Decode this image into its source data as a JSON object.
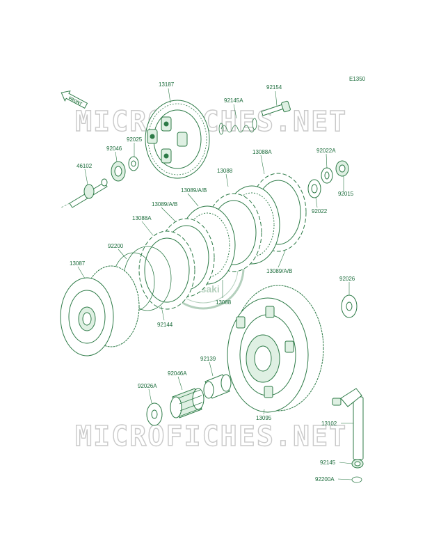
{
  "diagram_code": "E1350",
  "front_arrow": "FRONT",
  "watermark": "MICROFICHES.NET",
  "logo_text": "Kawasaki",
  "parts": {
    "p13187": "13187",
    "p92154": "92154",
    "p92145A": "92145A",
    "p92025": "92025",
    "p92046": "92046",
    "p46102": "46102",
    "p13088A_top": "13088A",
    "p92022A": "92022A",
    "p13088_top": "13088",
    "p92015": "92015",
    "p92022": "92022",
    "p13089_1": "13089/A/B",
    "p13089_2": "13089/A/B",
    "p13088A_mid": "13088A",
    "p92200": "92200",
    "p13087": "13087",
    "p13089_3": "13089/A/B",
    "p13088_bot": "13088",
    "p92144": "92144",
    "p92026": "92026",
    "p92139": "92139",
    "p92046A": "92046A",
    "p92026A": "92026A",
    "p13095": "13095",
    "p13102": "13102",
    "p92145": "92145",
    "p92200A": "92200A"
  }
}
